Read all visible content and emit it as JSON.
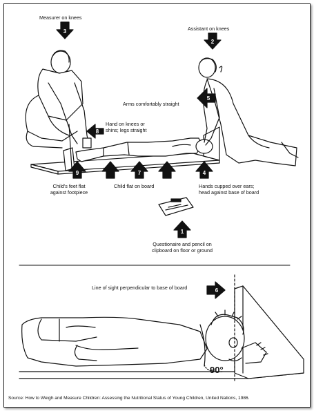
{
  "labels": {
    "measurer": "Measurer on knees",
    "assistant": "Assistant on knees",
    "arms": "Arms comfortably straight",
    "hand_line1": "Hand on knees or",
    "hand_line2": "shins; legs straight",
    "feet_line1": "Child's feet flat",
    "feet_line2": "against footpiece",
    "child_flat": "Child flat on board",
    "hands_line1": "Hands cupped over ears;",
    "hands_line2": "head against base of board",
    "quest_line1": "Questionaire and pencil on",
    "quest_line2": "clipboard on floor or ground",
    "line_of_sight": "Line of sight perpendicular to base of board",
    "angle": "90°"
  },
  "step_numbers": {
    "s1": "1",
    "s2": "2",
    "s3": "3",
    "s4": "4",
    "s5": "5",
    "s6": "6",
    "s7": "7",
    "s8": "8",
    "s9": "9"
  },
  "source": "Source:  How to Weigh and Measure Children: Assessing the Nutritional Status of Young Children, United Nations, 1986."
}
